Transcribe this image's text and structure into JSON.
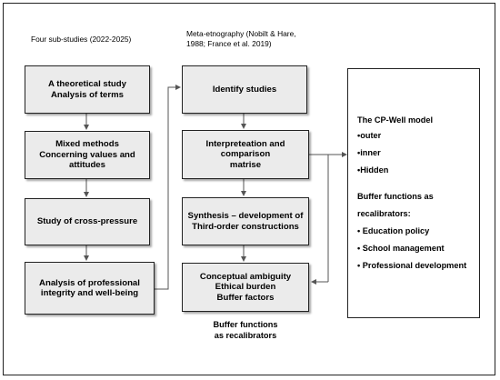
{
  "left_header": "Four sub-studies (2022-2025)",
  "mid_header": [
    "Meta-etnography (Nobilt & Hare,",
    "1988; France et al. 2019)"
  ],
  "left_boxes": [
    [
      "A theoretical study",
      "Analysis of terms"
    ],
    [
      "Mixed methods",
      "Concerning values and",
      "attitudes"
    ],
    [
      "Study of cross-pressure"
    ],
    [
      "Analysis of professional",
      "integrity and well-being"
    ]
  ],
  "mid_boxes": [
    [
      "Identify studies"
    ],
    [
      "Interpreteation and",
      "comparison",
      "matrise"
    ],
    [
      "Synthesis – development of",
      "Third-order constructions"
    ],
    [
      "Conceptual ambiguity",
      "Ethical burden",
      "Buffer factors"
    ]
  ],
  "model": {
    "title": "The CP-Well model",
    "levels": [
      "•outer",
      "•inner",
      "•Hidden"
    ],
    "buffer_title": [
      "Buffer functions as",
      "recalibrators:"
    ],
    "buffer_items": [
      "• Education policy",
      "• School management",
      "• Professional development"
    ]
  },
  "bottom_caption": [
    "Buffer functions",
    "as recalibrators"
  ]
}
